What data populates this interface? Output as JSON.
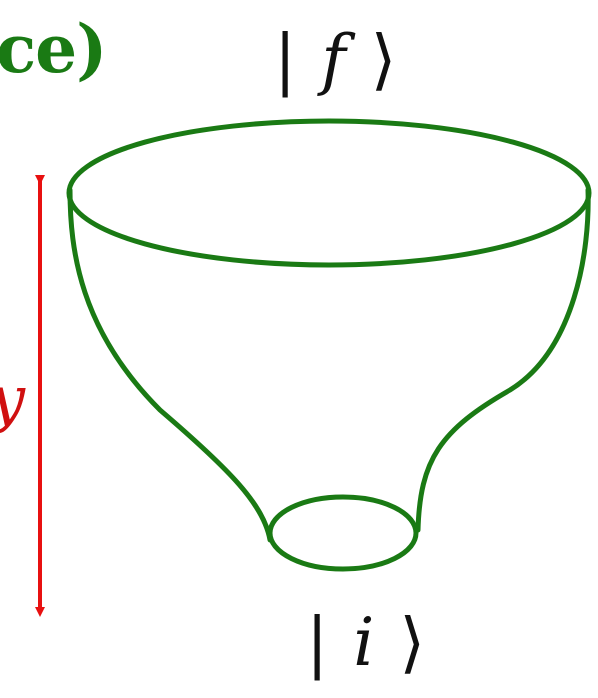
{
  "colors": {
    "background": "#ffffff",
    "funnel_stroke": "#1a7a14",
    "arrow": "#e81010",
    "heading_text": "#1a7a14",
    "label_text": "#111111",
    "left_glyph": "#d01010"
  },
  "heading_fragment": "ce)",
  "left_glyph": "y",
  "labels": {
    "final_state": {
      "bar": "|",
      "var": "f",
      "bracket": "⟩"
    },
    "initial_state": {
      "bar": "|",
      "var": "i",
      "bracket": "⟩"
    }
  }
}
